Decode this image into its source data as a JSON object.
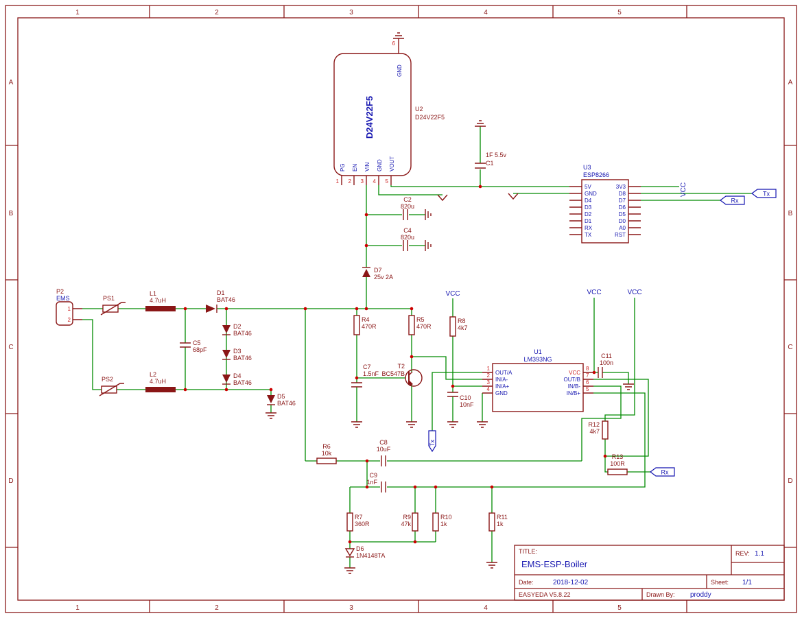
{
  "colors": {
    "frame": "#8a1a1a",
    "comp": "#8a1616",
    "wire": "#008a00",
    "blue": "#1515b0",
    "pinnum": "#cc2222",
    "junction": "#cc0000",
    "bg": "#ffffff"
  },
  "sheet": {
    "cols": [
      "1",
      "2",
      "3",
      "4",
      "5"
    ],
    "rows": [
      "A",
      "B",
      "C",
      "D"
    ]
  },
  "title_block": {
    "title_label": "TITLE:",
    "title": "EMS-ESP-Boiler",
    "rev_label": "REV:",
    "rev": "1.1",
    "date_label": "Date:",
    "date": "2018-12-02",
    "sheet_label": "Sheet:",
    "sheet": "1/1",
    "tool": "EASYEDA V5.8.22",
    "drawn_by_label": "Drawn By:",
    "drawn_by": "proddy"
  },
  "u2": {
    "ref": "U2",
    "value": "D24V22F5",
    "body": "D24V22F5",
    "pin_nums": [
      "1",
      "2",
      "3",
      "4",
      "5"
    ],
    "pin_names": [
      "PG",
      "EN",
      "VIN",
      "GND",
      "VOUT"
    ],
    "top_pin_num": "6",
    "top_pin_name": "GND"
  },
  "u3": {
    "ref": "U3",
    "value": "ESP8266",
    "left": [
      "5V",
      "GND",
      "D4",
      "D3",
      "D2",
      "D1",
      "RX",
      "TX"
    ],
    "right": [
      "3V3",
      "D8",
      "D7",
      "D6",
      "D5",
      "D0",
      "A0",
      "RST"
    ]
  },
  "u1": {
    "ref": "U1",
    "value": "LM393NG",
    "left": [
      "OUT/A",
      "IN/A-",
      "IN/A+",
      "GND"
    ],
    "left_nums": [
      "1",
      "2",
      "3",
      "4"
    ],
    "right": [
      "VCC",
      "OUT/B",
      "IN/B-",
      "IN/B+"
    ],
    "right_nums": [
      "8",
      "7",
      "6",
      "5"
    ]
  },
  "p2": {
    "ref": "P2",
    "value": "EMS",
    "pins": [
      "1",
      "2"
    ]
  },
  "ps1": {
    "ref": "PS1"
  },
  "ps2": {
    "ref": "PS2"
  },
  "l1": {
    "ref": "L1",
    "value": "4.7uH"
  },
  "l2": {
    "ref": "L2",
    "value": "4.7uH"
  },
  "d1": {
    "ref": "D1",
    "value": "BAT46"
  },
  "d2": {
    "ref": "D2",
    "value": "BAT46"
  },
  "d3": {
    "ref": "D3",
    "value": "BAT46"
  },
  "d4": {
    "ref": "D4",
    "value": "BAT46"
  },
  "d5": {
    "ref": "D5",
    "value": "BAT46"
  },
  "d6": {
    "ref": "D6",
    "value": "1N4148TA"
  },
  "d7": {
    "ref": "D7",
    "value": "25v 2A"
  },
  "c1": {
    "ref": "C1",
    "value": "1F 5.5v"
  },
  "c2": {
    "ref": "C2",
    "value": "820u"
  },
  "c4": {
    "ref": "C4",
    "value": "820u"
  },
  "c5": {
    "ref": "C5",
    "value": "68pF"
  },
  "c7": {
    "ref": "C7",
    "value": "1.5nF"
  },
  "c8": {
    "ref": "C8",
    "value": "10uF"
  },
  "c9": {
    "ref": "C9",
    "value": "1nF"
  },
  "c10": {
    "ref": "C10",
    "value": "10nF"
  },
  "c11": {
    "ref": "C11",
    "value": "100n"
  },
  "r4": {
    "ref": "R4",
    "value": "470R"
  },
  "r5": {
    "ref": "R5",
    "value": "470R"
  },
  "r6": {
    "ref": "R6",
    "value": "10k"
  },
  "r7": {
    "ref": "R7",
    "value": "360R"
  },
  "r8": {
    "ref": "R8",
    "value": "4k7"
  },
  "r9": {
    "ref": "R9",
    "value": "47k"
  },
  "r10": {
    "ref": "R10",
    "value": "1k"
  },
  "r11": {
    "ref": "R11",
    "value": "1k"
  },
  "r12": {
    "ref": "R12",
    "value": "4k7"
  },
  "r13": {
    "ref": "R13",
    "value": "100R"
  },
  "t2": {
    "ref": "T2",
    "value": "BC547B"
  },
  "nets": {
    "vcc": "VCC",
    "tx": "Tx",
    "rx": "Rx"
  }
}
